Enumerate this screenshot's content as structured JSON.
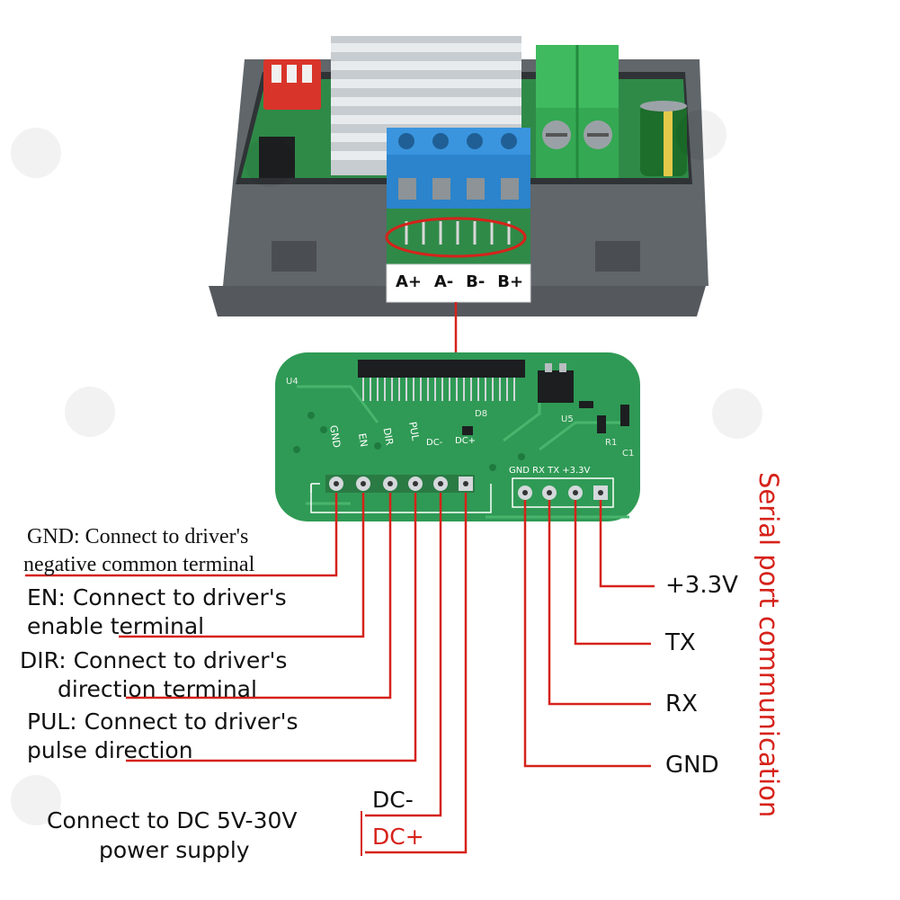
{
  "module": {
    "motor_terminal_labels": [
      "A+",
      "A-",
      "B-",
      "B+"
    ]
  },
  "board": {
    "silkscreen": {
      "u4": "U4",
      "u5": "U5",
      "d8": "D8",
      "r1": "R1",
      "c1": "C1",
      "gnd": "GND",
      "en": "EN",
      "dir": "DIR",
      "pul": "PUL",
      "dcm": "DC-",
      "dcp": "DC+",
      "serial_header": "GND RX TX +3.3V"
    }
  },
  "left_labels": {
    "gnd_line1": "GND: Connect to driver's",
    "gnd_line2": "negative common terminal",
    "en_line1": "EN: Connect to driver's",
    "en_line2": "enable terminal",
    "dir_line1": "DIR: Connect to driver's",
    "dir_line2": "direction terminal",
    "pul_line1": "PUL: Connect to driver's",
    "pul_line2": "pulse direction",
    "power_line1": "Connect to DC 5V-30V",
    "power_line2": "power supply",
    "dcm": "DC-",
    "dcp": "DC+"
  },
  "right_labels": {
    "v33": "+3.3V",
    "tx": "TX",
    "rx": "RX",
    "gnd": "GND",
    "vertical_title": "Serial port communication"
  },
  "colors": {
    "line": "#d6221a",
    "pcb": "#2f9a55",
    "housing": "#5f6468",
    "terminal_blue": "#2b84cc",
    "terminal_green": "#34a853",
    "dip_red": "#d9342a",
    "capacitor": "#1c6e2a"
  }
}
